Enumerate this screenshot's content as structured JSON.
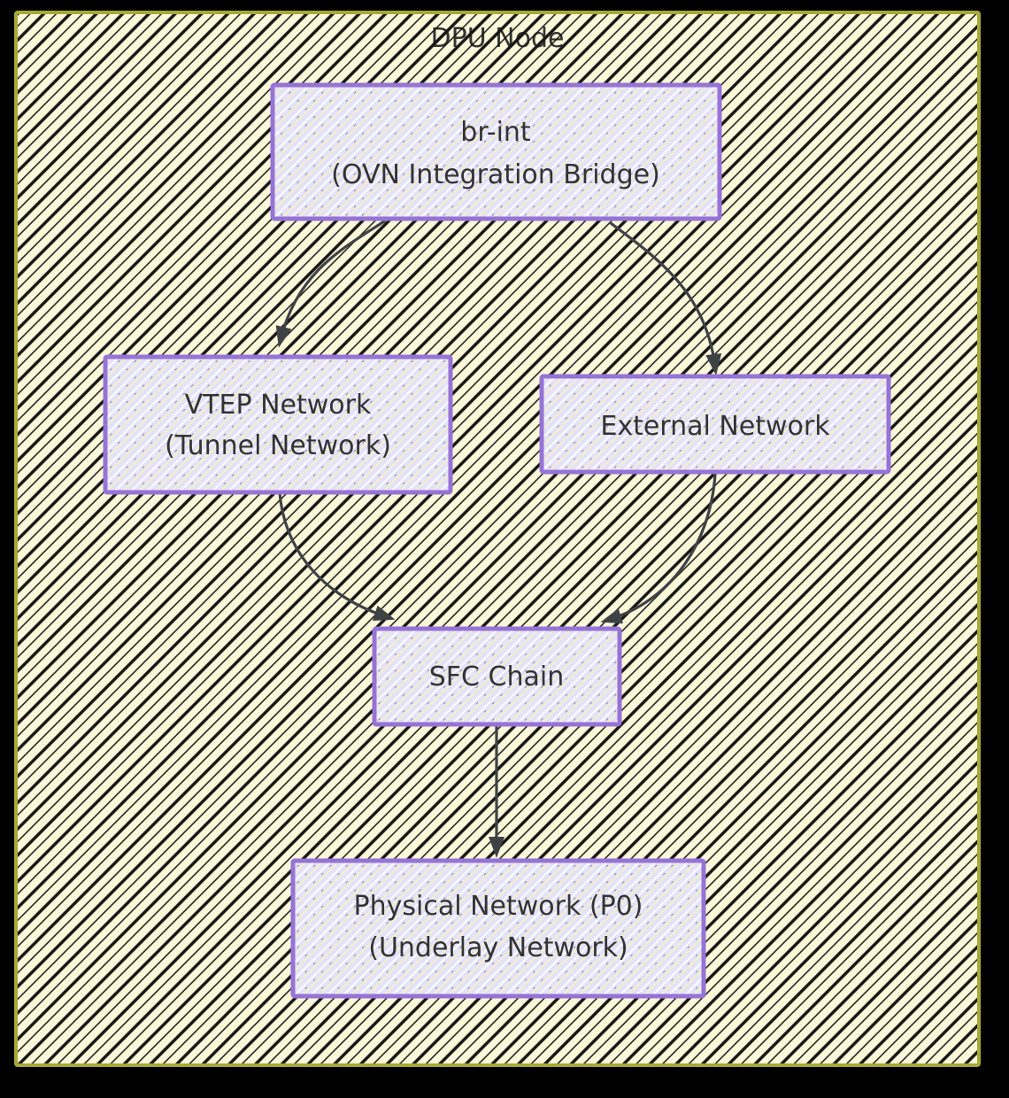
{
  "diagram": {
    "type": "flowchart",
    "title": "DPU Node",
    "nodes": [
      {
        "id": "br-int",
        "lines": [
          "br-int",
          "(OVN Integration Bridge)"
        ]
      },
      {
        "id": "vtep",
        "lines": [
          "VTEP Network",
          "(Tunnel Network)"
        ]
      },
      {
        "id": "external",
        "lines": [
          "External Network"
        ]
      },
      {
        "id": "sfc",
        "lines": [
          "SFC Chain"
        ]
      },
      {
        "id": "physical",
        "lines": [
          "Physical Network (P0)",
          "(Underlay Network)"
        ]
      }
    ],
    "edges": [
      {
        "from": "br-int",
        "to": "VTEP Network"
      },
      {
        "from": "br-int",
        "to": "External Network"
      },
      {
        "from": "VTEP Network",
        "to": "SFC Chain"
      },
      {
        "from": "External Network",
        "to": "SFC Chain"
      },
      {
        "from": "SFC Chain",
        "to": "Physical Network (P0)"
      }
    ],
    "colors": {
      "page_background": "#000000",
      "container_fill": "#fbf8da",
      "container_border": "#a8a837",
      "hatch_line": "#161616",
      "node_fill": "#e4e2f8",
      "node_border": "#9673d6",
      "node_hatch_white": "#ffffff",
      "node_hatch_yellow": "#faf3bb",
      "node_hatch_dark": "#2a2a2a",
      "arrow": "#3f4245",
      "text": "#333333"
    }
  }
}
